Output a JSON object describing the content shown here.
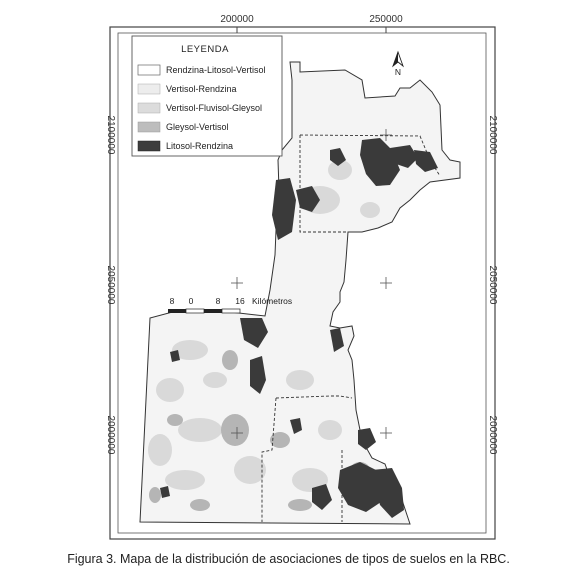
{
  "map": {
    "x_ticks_top": [
      "200000",
      "250000"
    ],
    "y_ticks_left": [
      "2100000",
      "2050000",
      "2000000"
    ],
    "y_ticks_right": [
      "2100000",
      "2050000",
      "2000000"
    ]
  },
  "legend": {
    "title": "LEYENDA",
    "items": [
      {
        "label": "Rendzina-Litosol-Vertisol",
        "color": "#ffffff"
      },
      {
        "label": "Vertisol-Rendzina",
        "color": "#ededed"
      },
      {
        "label": "Vertisol-Fluvisol-Gleysol",
        "color": "#dcdcdc"
      },
      {
        "label": "Gleysol-Vertisol",
        "color": "#bdbdbd"
      },
      {
        "label": "Litosol-Rendzina",
        "color": "#3d3d3d"
      }
    ]
  },
  "north_arrow": {
    "label": "N"
  },
  "scale_bar": {
    "ticks": [
      "8",
      "0",
      "8",
      "16"
    ],
    "unit": "Kilómetros"
  },
  "caption": "Figura 3. Mapa de la distribución de asociaciones de tipos de suelos en la RBC."
}
